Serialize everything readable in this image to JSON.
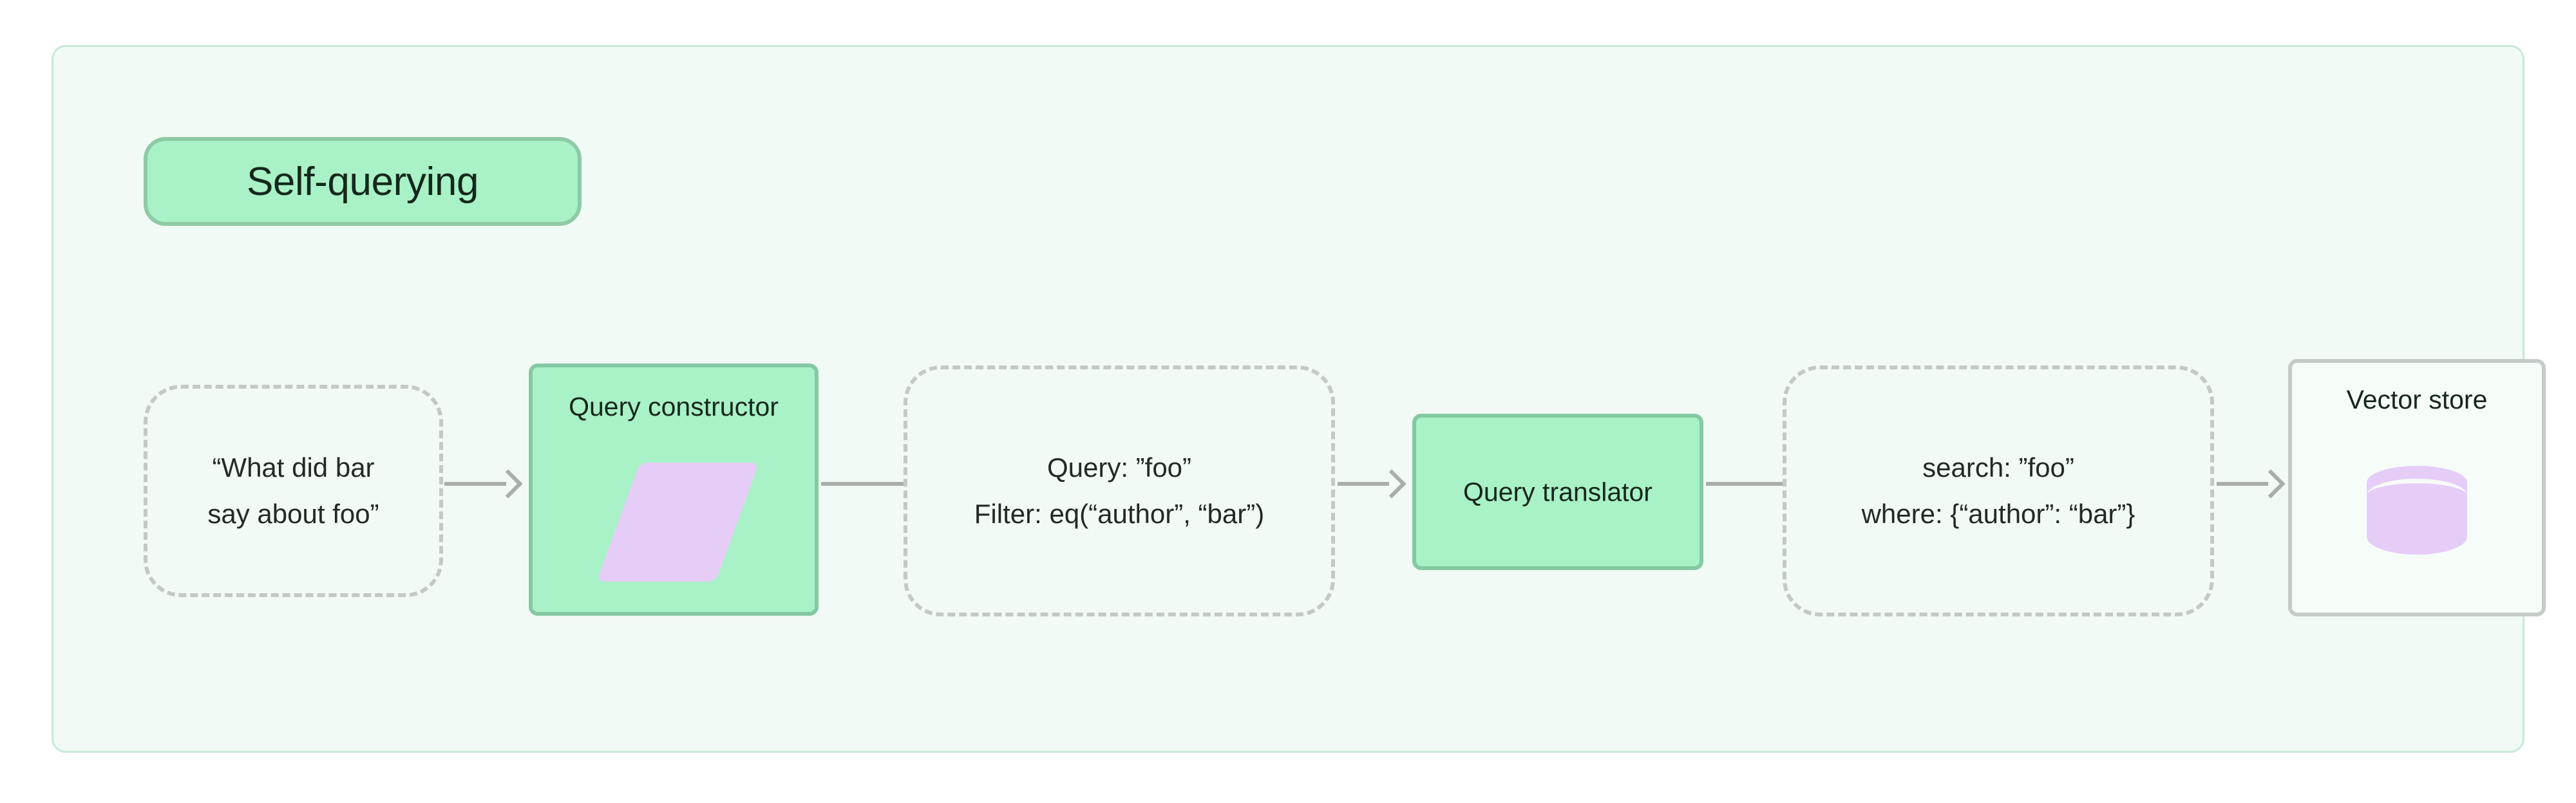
{
  "diagram": {
    "title": "Self-querying",
    "background_color": "#f1faf4",
    "border_color": "#c9e9d6",
    "accent_green": "#a9f1c6",
    "accent_green_border": "#84c9a2",
    "accent_purple": "#e6cdf8",
    "dashed_border_color": "#c3c9c6",
    "connector_color": "#a9aead",
    "neutral_border_color": "#c5cbc8"
  },
  "nodes": {
    "question": {
      "label": "“What did bar say about foo”",
      "line1": "“What did bar",
      "line2": "say about foo”",
      "shape": "dashed-rounded"
    },
    "query_constructor": {
      "label": "Query constructor",
      "icon": "parallelogram-icon",
      "shape": "rounded-rect"
    },
    "structured_query": {
      "line1": "Query: ”foo”",
      "line2": "Filter: eq(“author”, “bar”)",
      "shape": "dashed-rounded"
    },
    "query_translator": {
      "label": "Query translator",
      "shape": "rounded-rect"
    },
    "translated_query": {
      "line1": "search: ”foo”",
      "line2": "where: {“author”: “bar”}",
      "shape": "dashed-rounded"
    },
    "vector_store": {
      "label": "Vector store",
      "icon": "database-cylinder-icon",
      "shape": "rounded-rect"
    }
  },
  "edges": [
    {
      "from": "question",
      "to": "query_constructor",
      "arrow": true
    },
    {
      "from": "query_constructor",
      "to": "structured_query",
      "arrow": false
    },
    {
      "from": "structured_query",
      "to": "query_translator",
      "arrow": true
    },
    {
      "from": "query_translator",
      "to": "translated_query",
      "arrow": false
    },
    {
      "from": "translated_query",
      "to": "vector_store",
      "arrow": true
    }
  ]
}
